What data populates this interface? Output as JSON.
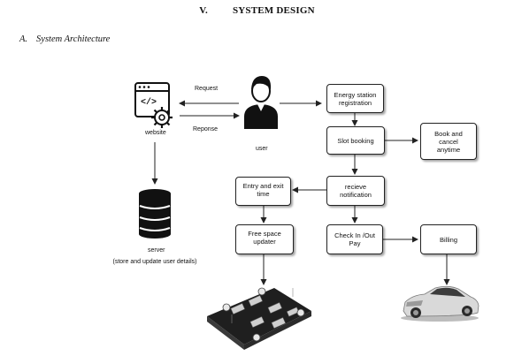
{
  "section": {
    "number": "V.",
    "title": "SYSTEM DESIGN"
  },
  "subsection": {
    "letter": "A.",
    "title": "System Architecture"
  },
  "diagram": {
    "website_label": "website",
    "request_label": "Request",
    "response_label": "Reponse",
    "user_label": "user",
    "server_label": "server",
    "server_note": "(store and update user details)",
    "boxes": {
      "energy_station_line1": "Energy station",
      "energy_station_line2": "registration",
      "slot_booking": "Slot booking",
      "book_cancel_line1": "Book and  cancel",
      "book_cancel_line2": "anytime",
      "receive_notification": "recieve notification",
      "entry_exit": "Entry and exit  time",
      "free_space": "Free space updater",
      "checkin_pay": "Check In /Out Pay",
      "billing": "Billing"
    }
  },
  "colors": {
    "line": "#222222",
    "box_border": "#222222",
    "car": "#d9d9d9",
    "board": "#1f1f1f"
  }
}
